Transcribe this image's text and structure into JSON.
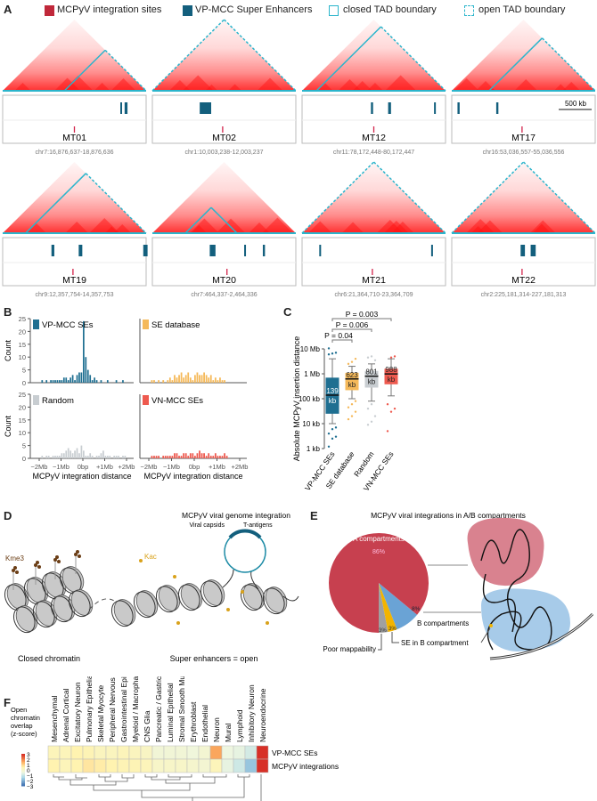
{
  "panel_labels": {
    "a": "A",
    "b": "B",
    "c": "C",
    "d": "D",
    "e": "E",
    "f": "F"
  },
  "colors": {
    "integration": "#c0283a",
    "super_enhancer": "#135f7d",
    "tad": "#2bb5cc",
    "se_database": "#f5b95a",
    "random": "#c8cdd1",
    "vn_mcc": "#ee5a4f",
    "a_compartment": "#c7404f",
    "b_compartment": "#6aa3d5",
    "se_in_b": "#f2b400",
    "poor_map": "#a0a0a0"
  },
  "legend": {
    "integration": "MCPyV integration sites",
    "super_enhancers": "VP-MCC Super Enhancers",
    "closed_tad": "closed TAD boundary",
    "open_tad": "open TAD boundary"
  },
  "panel_a": {
    "scale_bar": "500 kb",
    "tumors": [
      {
        "name": "MT01",
        "coords": "chr7:16,876,637-18,876,636",
        "tad": "closed"
      },
      {
        "name": "MT02",
        "coords": "chr1:10,003,238-12,003,237",
        "tad": "open"
      },
      {
        "name": "MT12",
        "coords": "chr11:78,172,448-80,172,447",
        "tad": "closed"
      },
      {
        "name": "MT17",
        "coords": "chr16:53,036,557-55,036,556",
        "tad": "closed"
      },
      {
        "name": "MT19",
        "coords": "chr9:12,357,754-14,357,753",
        "tad": "closed"
      },
      {
        "name": "MT20",
        "coords": "chr7:464,337-2,464,336",
        "tad": "closed"
      },
      {
        "name": "MT21",
        "coords": "chr6:21,364,710-23,364,709",
        "tad": "open"
      },
      {
        "name": "MT22",
        "coords": "chr2:225,181,314-227,181,313",
        "tad": "open"
      }
    ]
  },
  "chart_data": [
    {
      "type": "bar",
      "panel": "B",
      "ylabel": "Count",
      "xlabel": "MCPyV integration distance",
      "ylim": [
        0,
        25
      ],
      "yticks": [
        "0",
        "5",
        "10",
        "15",
        "20",
        "25"
      ],
      "xticks": [
        "−2Mb",
        "−1Mb",
        "0bp",
        "+1Mb",
        "+2Mb"
      ],
      "x_range_bp": [
        -2000000,
        2000000
      ],
      "series": [
        {
          "name": "VP-MCC SEs",
          "color": "#1f6f91",
          "values": [
            0,
            1,
            0,
            1,
            0,
            1,
            1,
            1,
            1,
            1,
            1,
            2,
            2,
            1,
            2,
            3,
            1,
            3,
            4,
            4,
            24,
            10,
            5,
            3,
            1,
            2,
            1,
            0,
            1,
            0,
            0,
            1,
            0,
            0,
            0,
            1,
            0,
            0,
            1,
            0
          ]
        },
        {
          "name": "SE database",
          "color": "#f5b95a",
          "values": [
            0,
            1,
            1,
            0,
            1,
            0,
            1,
            0,
            1,
            2,
            1,
            3,
            2,
            3,
            4,
            2,
            3,
            4,
            2,
            1,
            3,
            4,
            3,
            3,
            4,
            3,
            2,
            3,
            1,
            2,
            1,
            2,
            1,
            1,
            0,
            0,
            0,
            0,
            0,
            0
          ]
        },
        {
          "name": "Random",
          "color": "#c8cdd1",
          "values": [
            0,
            1,
            0,
            1,
            1,
            0,
            1,
            1,
            1,
            1,
            2,
            2,
            3,
            4,
            3,
            2,
            3,
            4,
            2,
            5,
            3,
            1,
            1,
            2,
            1,
            0,
            1,
            1,
            2,
            3,
            1,
            1,
            1,
            0,
            1,
            1,
            1,
            0,
            1,
            1
          ]
        },
        {
          "name": "VN-MCC SEs",
          "color": "#ee5a4f",
          "values": [
            0,
            1,
            1,
            1,
            1,
            0,
            1,
            1,
            1,
            1,
            1,
            2,
            2,
            1,
            1,
            2,
            2,
            1,
            2,
            2,
            1,
            2,
            3,
            2,
            2,
            1,
            2,
            1,
            1,
            2,
            1,
            1,
            1,
            2,
            1,
            0,
            0,
            0,
            0,
            0
          ]
        }
      ]
    },
    {
      "type": "box",
      "panel": "C",
      "ylabel": "Absolute MCPyV insertion distance",
      "yscale": "log",
      "ylim_kb": [
        1,
        10000
      ],
      "yticks": [
        "1 kb",
        "10 kb",
        "100 kb",
        "1 Mb",
        "10 Mb"
      ],
      "groups": [
        {
          "name": "VP-MCC SEs",
          "color": "#1f6f91",
          "median_kb": 139,
          "median_label": "139",
          "unit": "kb",
          "q1": 25,
          "q3": 700,
          "whisker_low": 10,
          "whisker_high": 4000,
          "outliers": [
            1.2,
            2.5,
            3,
            4,
            6,
            7,
            6000,
            6500,
            7000,
            10500
          ]
        },
        {
          "name": "SE database",
          "color": "#f5b95a",
          "median_kb": 623,
          "median_label": "623",
          "unit": "kb",
          "q1": 220,
          "q3": 1100,
          "whisker_low": 100,
          "whisker_high": 2000,
          "outliers": [
            15,
            20,
            30,
            45,
            60,
            80,
            2500,
            3000,
            4000
          ]
        },
        {
          "name": "Random",
          "color": "#c8cdd1",
          "median_kb": 801,
          "median_label": "801",
          "unit": "kb",
          "q1": 280,
          "q3": 1300,
          "whisker_low": 80,
          "whisker_high": 2500,
          "outliers": [
            9,
            12,
            20,
            40,
            60,
            3500,
            4500,
            5000
          ]
        },
        {
          "name": "VN-MCC SEs",
          "color": "#ee5a4f",
          "median_kb": 988,
          "median_label": "988",
          "unit": "kb",
          "q1": 380,
          "q3": 1600,
          "whisker_low": 130,
          "whisker_high": 4000,
          "outliers": [
            5,
            30,
            40,
            60,
            4500,
            5000
          ]
        }
      ],
      "comparisons": [
        {
          "pair": [
            "VP-MCC SEs",
            "SE database"
          ],
          "label": "P = 0.04"
        },
        {
          "pair": [
            "VP-MCC SEs",
            "Random"
          ],
          "label": "P = 0.006"
        },
        {
          "pair": [
            "VP-MCC SEs",
            "VN-MCC SEs"
          ],
          "label": "P = 0.003"
        }
      ]
    },
    {
      "type": "pie",
      "panel": "E",
      "title": "MCPyV viral integrations in A/B compartments",
      "slices": [
        {
          "name": "A compartments",
          "value": 86,
          "label": "86%",
          "color": "#c7404f"
        },
        {
          "name": "B compartments",
          "value": 8,
          "label": "8%",
          "color": "#6aa3d5"
        },
        {
          "name": "SE in B compartment",
          "value": 3,
          "label": "3%",
          "color": "#f2b400"
        },
        {
          "name": "Poor mappability",
          "value": 3,
          "label": "3%",
          "color": "#a0a0a0"
        }
      ]
    },
    {
      "type": "heatmap",
      "panel": "F",
      "colorbar_label": "Open chromatin overlap (z-score)",
      "colorbar_ticks": [
        "3",
        "2",
        "1",
        "0",
        "−1",
        "−2",
        "−3"
      ],
      "zlim": [
        -3,
        3
      ],
      "columns": [
        "Mesenchymal",
        "Adrenal Cortical",
        "Excitatory Neuron",
        "Pulmonary Epithelial",
        "Skeletal Myocyte",
        "Peripheral Nervous",
        "Gastrointestinal Epithelial",
        "Myeloid / Macrophage",
        "CNS Glia",
        "Pancreatic / Gastric",
        "Luminal Epithelial",
        "Stromal Smooth Muscle",
        "Erythroblast",
        "Endothelial",
        "Neuron",
        "Mural",
        "Lymphoid",
        "Inhibitory Neuron",
        "Neuroendocrine"
      ],
      "rows": [
        {
          "name": "VP-MCC SEs",
          "values": [
            0.3,
            0.3,
            0.5,
            0.4,
            0.2,
            0.2,
            0.3,
            0.2,
            0.1,
            -0.3,
            -0.3,
            -0.3,
            -0.4,
            -0.2,
            1.6,
            -0.5,
            -0.6,
            -0.9,
            3
          ]
        },
        {
          "name": "MCPyV integrations",
          "values": [
            0.5,
            0.3,
            0.5,
            0.7,
            0.6,
            0.5,
            0.4,
            0.4,
            0.3,
            0,
            0,
            0,
            -0.1,
            -0.2,
            0.3,
            -0.6,
            -1.0,
            -1.8,
            3
          ]
        }
      ]
    }
  ],
  "panel_d": {
    "title": "MCPyV viral genome integration",
    "viral_capsids": "Viral capsids",
    "t_antigens": "T-antigens",
    "kme3": "Kme3",
    "kac": "Kac",
    "closed": "Closed chromatin",
    "open": "Super enhancers = open"
  }
}
